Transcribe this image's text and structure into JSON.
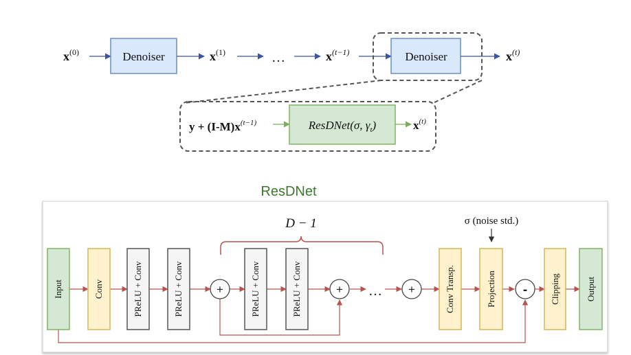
{
  "top_chain": {
    "x0": "x",
    "x0_sup": "(0)",
    "denoiser_label": "Denoiser",
    "x1": "x",
    "x1_sup": "(1)",
    "ellipsis": "…",
    "xtm1": "x",
    "xtm1_sup": "(t−1)",
    "denoiser_label_2": "Denoiser",
    "xt": "x",
    "xt_sup": "(t)"
  },
  "detail": {
    "input_expr_a": "y + (I-M)x",
    "input_expr_sup": "(t−1)",
    "resdnet_label": "ResDNet(σ, γ",
    "resdnet_sub": "t",
    "resdnet_close": ")",
    "output_x": "x",
    "output_sup": "(t)"
  },
  "resdnet": {
    "title": "ResDNet",
    "repeat_label": "D − 1",
    "sigma_label": "σ (noise std.)",
    "blocks": {
      "input": "Input",
      "conv": "Conv",
      "prelu1": "PReLU + Conv",
      "prelu2": "PReLU + Conv",
      "prelu3": "PReLU + Conv",
      "prelu4": "PReLU + Conv",
      "conv_transp": "Conv Transp.",
      "projection": "Projection",
      "clipping": "Clipping",
      "output": "Output"
    },
    "plus": "+",
    "minus": "-",
    "ellipsis": "…"
  },
  "colors": {
    "blue_fill": "#dae8fc",
    "blue_stroke": "#6c8ebf",
    "blue_arrow": "#3b55a3",
    "green_fill": "#d5e8d4",
    "green_stroke": "#82b366",
    "green_arrow": "#7faa5f",
    "yellow_fill": "#fff2cc",
    "yellow_stroke": "#d6b656",
    "gray_fill": "#f5f5f5",
    "gray_stroke": "#555555",
    "red_arrow": "#b85450",
    "title_green": "#3b7a2a"
  }
}
